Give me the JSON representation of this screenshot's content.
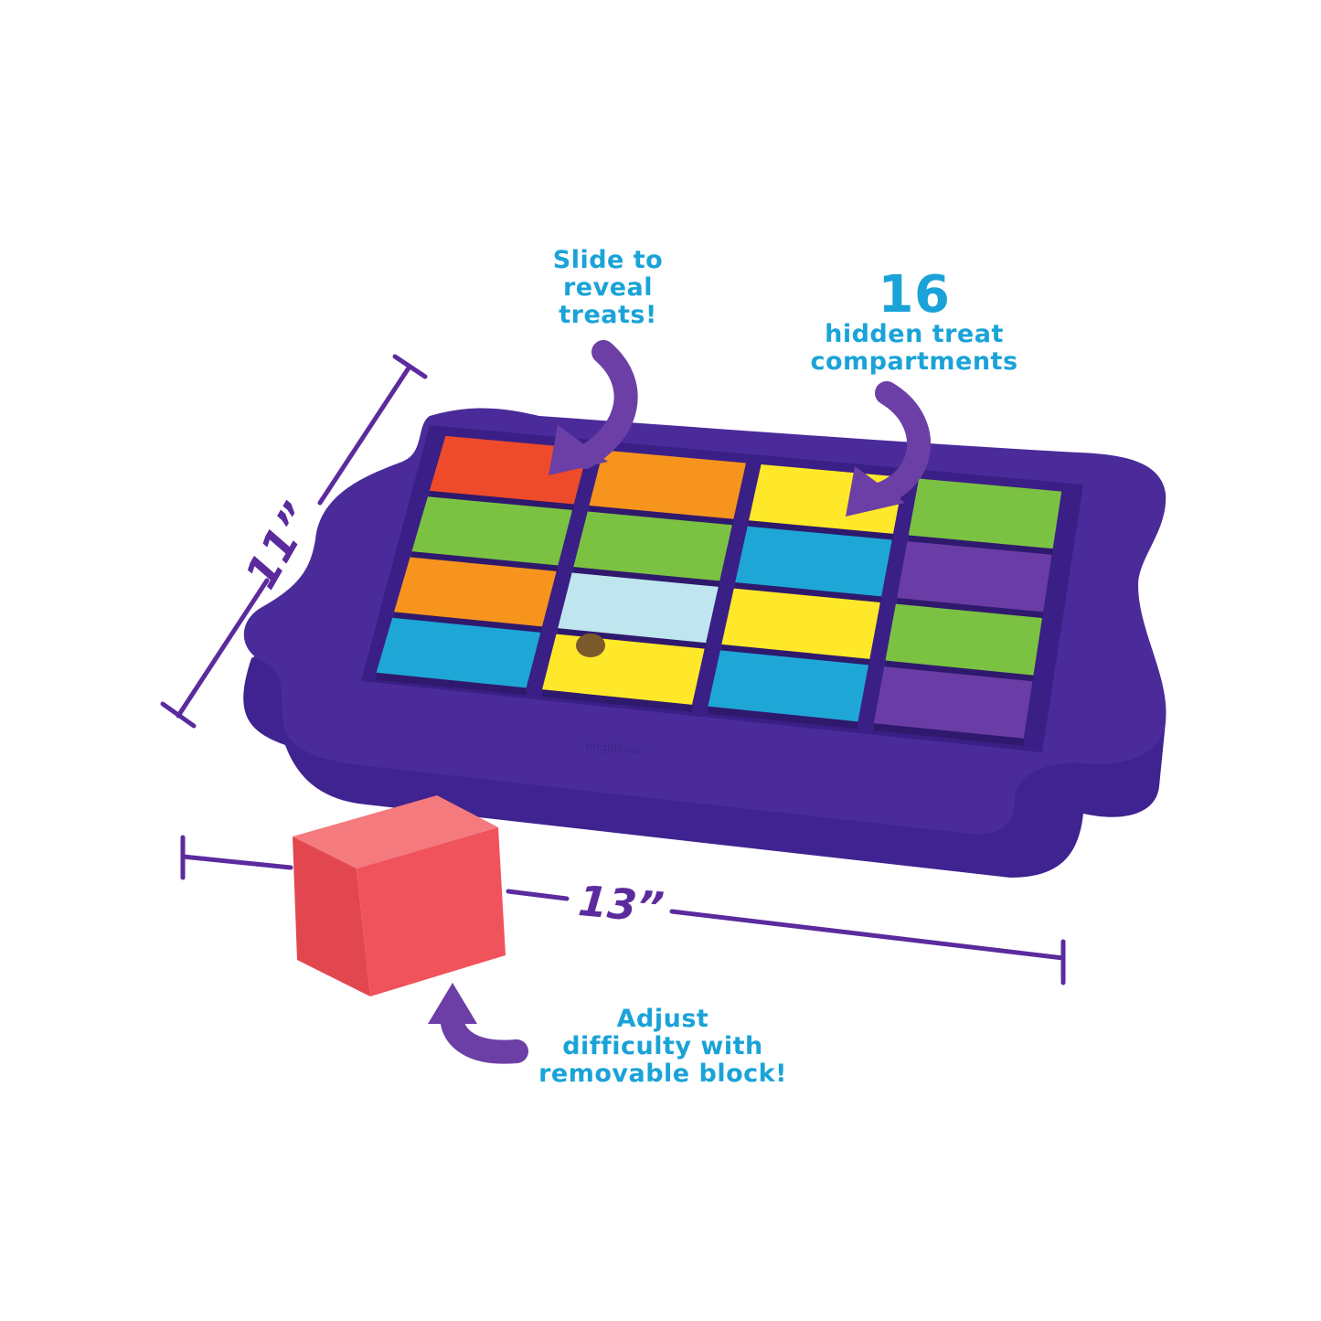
{
  "callouts": {
    "slide": {
      "lines": [
        "Slide to",
        "reveal",
        "treats!"
      ]
    },
    "compartments": {
      "number": "16",
      "lines": [
        "hidden treat",
        "compartments"
      ]
    },
    "block": {
      "lines": [
        "Adjust",
        "difficulty with",
        "removable block!"
      ]
    }
  },
  "dimensions": {
    "height": "11”",
    "width": "13”"
  },
  "colors": {
    "text_blue": "#1aa3d8",
    "frame_purple": "#4b2b9a",
    "arrow_purple": "#6b3fa6",
    "tile_red": "#ee4b2b",
    "tile_orange": "#f7941d",
    "tile_yellow": "#ffe82a",
    "tile_green": "#7cc242",
    "tile_blue": "#1ea7d6",
    "tile_purple": "#6a3da6",
    "loose_block": "#f0535c"
  },
  "tiles": [
    [
      "red",
      "orange",
      "yellow",
      "green"
    ],
    [
      "green",
      "green",
      "blue",
      "purple"
    ],
    [
      "orange",
      "open",
      "yellow",
      "green"
    ],
    [
      "blue",
      "yellow",
      "blue",
      "purple"
    ]
  ]
}
